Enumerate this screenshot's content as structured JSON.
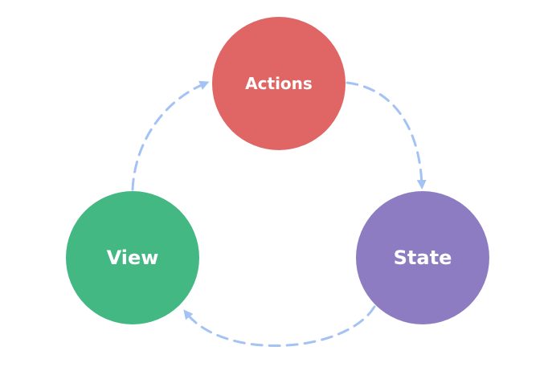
{
  "diagram": {
    "nodes": {
      "actions": {
        "label": "Actions",
        "color": "#e06666"
      },
      "view": {
        "label": "View",
        "color": "#43b883"
      },
      "state": {
        "label": "State",
        "color": "#8e7cc3"
      }
    },
    "edges": [
      {
        "from": "view",
        "to": "actions"
      },
      {
        "from": "actions",
        "to": "state"
      },
      {
        "from": "state",
        "to": "view"
      }
    ],
    "arrow_color": "#a4c2f4"
  }
}
